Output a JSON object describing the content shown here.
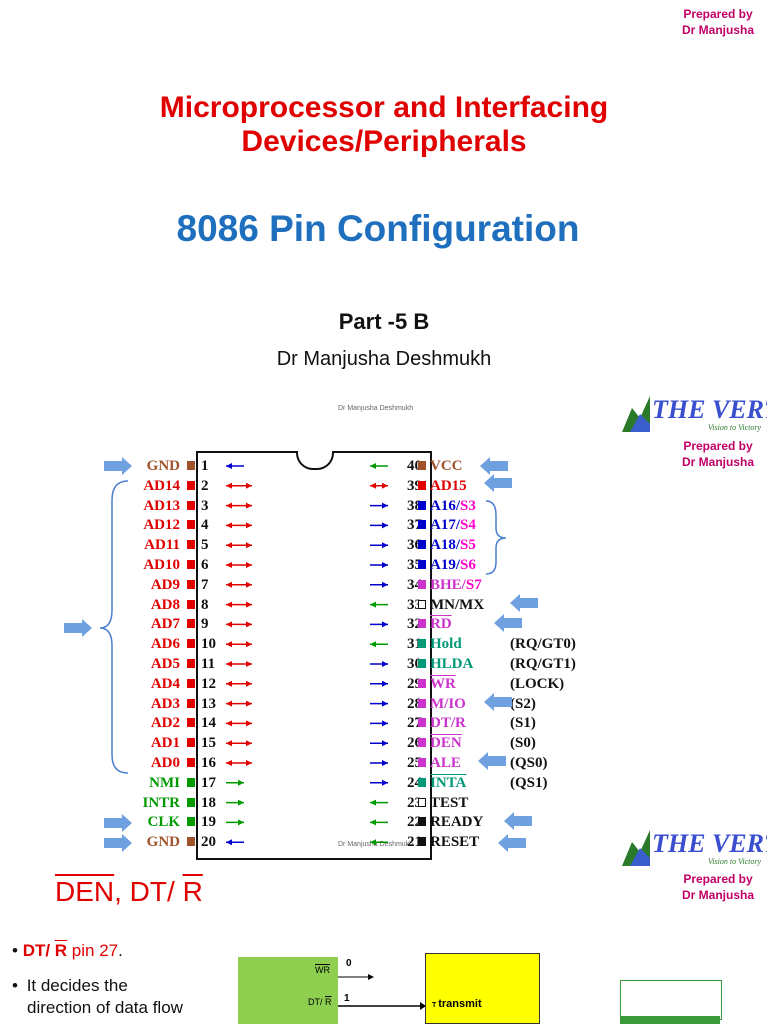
{
  "prepared_by": {
    "line1": "Prepared by",
    "line2": "Dr Manjusha"
  },
  "title": {
    "line1": "Microprocessor and Interfacing",
    "line2": "Devices/Peripherals"
  },
  "subtitle": "8086 Pin Configuration",
  "part": "Part -5 B",
  "author": "Dr Manjusha Deshmukh",
  "watermark": "Dr Manjusha Deshmukh",
  "logo": {
    "text": "THE VERTEX",
    "tagline": "Vision to Victory"
  },
  "pins_left": [
    {
      "num": "1",
      "name": "GND"
    },
    {
      "num": "2",
      "name": "AD14"
    },
    {
      "num": "3",
      "name": "AD13"
    },
    {
      "num": "4",
      "name": "AD12"
    },
    {
      "num": "5",
      "name": "AD11"
    },
    {
      "num": "6",
      "name": "AD10"
    },
    {
      "num": "7",
      "name": "AD9"
    },
    {
      "num": "8",
      "name": "AD8"
    },
    {
      "num": "9",
      "name": "AD7"
    },
    {
      "num": "10",
      "name": "AD6"
    },
    {
      "num": "11",
      "name": "AD5"
    },
    {
      "num": "12",
      "name": "AD4"
    },
    {
      "num": "13",
      "name": "AD3"
    },
    {
      "num": "14",
      "name": "AD2"
    },
    {
      "num": "15",
      "name": "AD1"
    },
    {
      "num": "16",
      "name": "AD0"
    },
    {
      "num": "17",
      "name": "NMI"
    },
    {
      "num": "18",
      "name": "INTR"
    },
    {
      "num": "19",
      "name": "CLK"
    },
    {
      "num": "20",
      "name": "GND"
    }
  ],
  "pins_right": [
    {
      "num": "40",
      "name": "VCC",
      "alt": ""
    },
    {
      "num": "39",
      "name": "AD15",
      "alt": ""
    },
    {
      "num": "38",
      "name": "A16/",
      "alt2": "S3",
      "alt": ""
    },
    {
      "num": "37",
      "name": "A17/",
      "alt2": "S4",
      "alt": ""
    },
    {
      "num": "36",
      "name": "A18/",
      "alt2": "S5",
      "alt": ""
    },
    {
      "num": "35",
      "name": "A19/",
      "alt2": "S6",
      "alt": ""
    },
    {
      "num": "34",
      "name": "BHE/",
      "alt2": "S7",
      "alt": ""
    },
    {
      "num": "33",
      "name": "MN/MX",
      "alt": ""
    },
    {
      "num": "32",
      "name": "RD",
      "alt": ""
    },
    {
      "num": "31",
      "name": "Hold",
      "alt": "(RQ/GT0)"
    },
    {
      "num": "30",
      "name": "HLDA",
      "alt": "(RQ/GT1)"
    },
    {
      "num": "29",
      "name": "WR",
      "alt": "(LOCK)"
    },
    {
      "num": "28",
      "name": "M/IO",
      "alt": "(S2)"
    },
    {
      "num": "27",
      "name": "DT/R",
      "alt": "(S1)"
    },
    {
      "num": "26",
      "name": "DEN",
      "alt": "(S0)"
    },
    {
      "num": "25",
      "name": "ALE",
      "alt": "(QS0)"
    },
    {
      "num": "24",
      "name": "INTA",
      "alt": "(QS1)"
    },
    {
      "num": "23",
      "name": "TEST",
      "alt": ""
    },
    {
      "num": "22",
      "name": "READY",
      "alt": ""
    },
    {
      "num": "21",
      "name": "RESET",
      "alt": ""
    }
  ],
  "section": {
    "title_a": "DEN",
    "title_b": ", DT/ ",
    "title_c": "R"
  },
  "bullets": {
    "b1_a": "DT/ ",
    "b1_b": "R",
    "b1_c": " pin 27",
    "b1_d": ".",
    "b2_line1": "It decides the",
    "b2_line2": "direction of data flow"
  },
  "circuit": {
    "wr": "WR",
    "dtr_a": "DT/ ",
    "dtr_b": "R",
    "v0": "0",
    "v1": "1",
    "transmit": "transmit"
  }
}
